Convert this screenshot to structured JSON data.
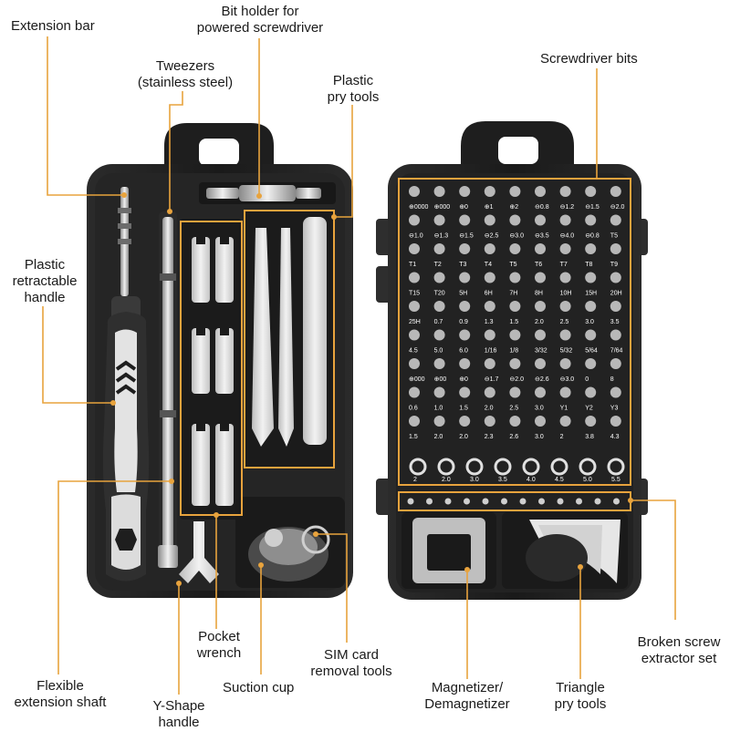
{
  "labels": {
    "extension_bar": "Extension bar",
    "bit_holder": "Bit holder for\npowered screwdriver",
    "tweezers": "Tweezers\n(stainless steel)",
    "plastic_pry": "Plastic\npry tools",
    "screwdriver_bits": "Screwdriver bits",
    "retractable_handle": "Plastic\nretractable\nhandle",
    "pocket_wrench": "Pocket\nwrench",
    "sim_card": "SIM card\nremoval tools",
    "broken_screw": "Broken screw\nextractor set",
    "flexible_shaft": "Flexible\nextension shaft",
    "y_shape": "Y-Shape\nhandle",
    "suction_cup": "Suction cup",
    "magnetizer": "Magnetizer/\nDemagnetizer",
    "triangle_pry": "Triangle\npry tools"
  },
  "colors": {
    "accent": "#e8a33d",
    "case": "#1e1e1e",
    "tray": "#2a2a2a",
    "plastic": "#d6d6d6"
  },
  "bit_grid": {
    "rows": [
      [
        "⊕0000",
        "⊕000",
        "⊕0",
        "⊕1",
        "⊕2",
        "⊖0.8",
        "⊖1.2",
        "⊖1.5",
        "⊖2.0"
      ],
      [
        "⊖1.0",
        "⊖1.3",
        "⊖1.5",
        "⊖2.5",
        "⊖3.0",
        "⊖3.5",
        "⊖4.0",
        "⊖0.8",
        "T5"
      ],
      [
        "T1",
        "T2",
        "T3",
        "T4",
        "T5",
        "T6",
        "T7",
        "T8",
        "T9"
      ],
      [
        "T15",
        "T20",
        "5H",
        "6H",
        "7H",
        "8H",
        "10H",
        "15H",
        "20H"
      ],
      [
        "25H",
        "0.7",
        "0.9",
        "1.3",
        "1.5",
        "2.0",
        "2.5",
        "3.0",
        "3.5"
      ],
      [
        "4.5",
        "5.0",
        "6.0",
        "1/16",
        "1/8",
        "3/32",
        "5/32",
        "5/64",
        "7/64"
      ],
      [
        "⊕000",
        "⊕00",
        "⊕0",
        "⊖1.7",
        "⊖2.0",
        "⊖2.6",
        "⊖3.0",
        "0",
        "8"
      ],
      [
        "0.6",
        "1.0",
        "1.5",
        "2.0",
        "2.5",
        "3.0",
        "Y1",
        "Y2",
        "Y3"
      ],
      [
        "1.5",
        "2.0",
        "2.0",
        "2.3",
        "2.6",
        "3.0",
        "2",
        "3.8",
        "4.3"
      ]
    ],
    "bottom_row": [
      "2",
      "2.0",
      "3.0",
      "3.5",
      "4.0",
      "4.5",
      "5.0",
      "5.5"
    ]
  }
}
